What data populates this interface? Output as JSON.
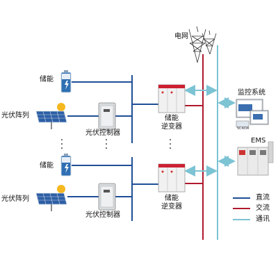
{
  "labels": {
    "grid": "电网",
    "battery": "储能",
    "pv_array": "光伏阵列",
    "pv_controller": "光伏控制器",
    "pcs_line1": "储能",
    "pcs_line2": "逆变器",
    "monitoring": "监控系统",
    "ems": "EMS",
    "scada": "SCADA"
  },
  "legend": [
    {
      "label": "直流",
      "color": "#1f4e96"
    },
    {
      "label": "交流",
      "color": "#b0182d"
    },
    {
      "label": "通讯",
      "color": "#7cc3d3"
    }
  ],
  "colors": {
    "dc": "#1f4e96",
    "ac": "#b0182d",
    "comm": "#7cc3d3"
  }
}
